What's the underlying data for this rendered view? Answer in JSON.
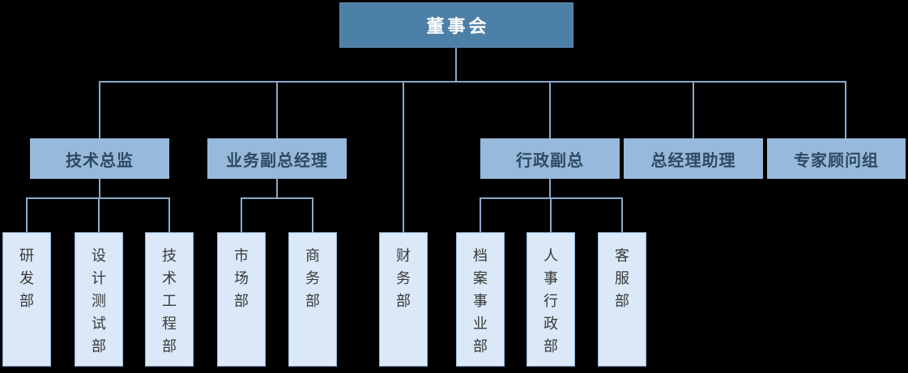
{
  "org": {
    "root": {
      "label": "董事会"
    },
    "children": [
      {
        "label": "技术总监",
        "children": [
          {
            "label": "研发部"
          },
          {
            "label": "设计测试部"
          },
          {
            "label": "技术工程部"
          }
        ]
      },
      {
        "label": "业务副总经理",
        "children": [
          {
            "label": "市场部"
          },
          {
            "label": "商务部"
          }
        ]
      },
      {
        "label": "财务部",
        "children": []
      },
      {
        "label": "行政副总",
        "children": [
          {
            "label": "档案事业部"
          },
          {
            "label": "人事行政部"
          },
          {
            "label": "客服部"
          }
        ]
      },
      {
        "label": "总经理助理",
        "children": []
      },
      {
        "label": "专家顾问组",
        "children": []
      }
    ]
  },
  "colors": {
    "background": "#000000",
    "root_fill": "#4D80A6",
    "root_border": "#5F8FB4",
    "root_text": "#FFFFFF",
    "branch_fill": "#97BADC",
    "branch_text": "#2E4A63",
    "dept_fill": "#DAE8F7",
    "dept_border": "#92B8DC",
    "dept_text": "#3A3A3A",
    "connector": "#87ABCC"
  }
}
